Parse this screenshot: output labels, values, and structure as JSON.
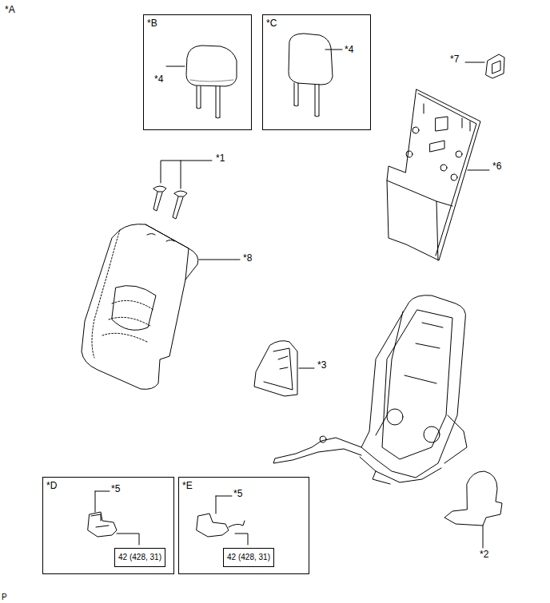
{
  "diagram": {
    "nodes": [
      {
        "text": [
          "*B",
          "*4"
        ]
      },
      {
        "text": [
          "*C",
          "*4"
        ]
      },
      {
        "text": [
          "*D",
          "*5"
        ]
      },
      {
        "text": [
          "42 (428, 31)"
        ],
        "in": 2
      },
      {
        "text": [
          "*E",
          "*5"
        ]
      },
      {
        "text": [
          "42 (428, 31)"
        ],
        "in": 4
      }
    ],
    "labels": [
      "*A",
      "*1",
      "*7",
      "*6",
      "*8",
      "*3",
      "*2",
      "P"
    ]
  }
}
